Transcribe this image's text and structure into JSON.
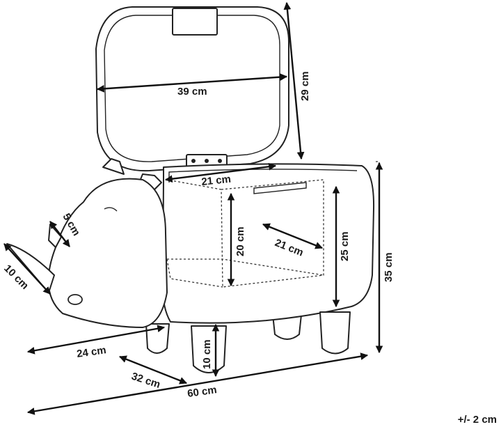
{
  "dimensions": {
    "lid_width": "39 cm",
    "lid_height": "29 cm",
    "opening_width": "21 cm",
    "storage_depth": "21 cm",
    "storage_height": "20 cm",
    "body_height": "25 cm",
    "total_height": "35 cm",
    "horn_small": "5 cm",
    "horn_large": "10 cm",
    "head_length": "24 cm",
    "leg_height": "10 cm",
    "depth": "32 cm",
    "total_length": "60 cm"
  },
  "tolerance": "+/- 2 cm"
}
